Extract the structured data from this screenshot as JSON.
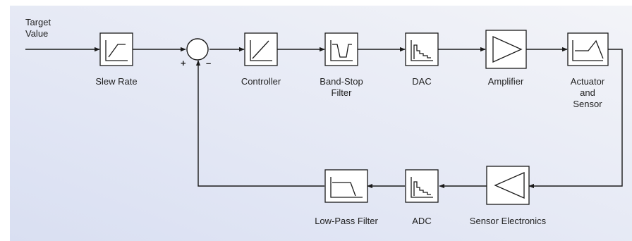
{
  "colors": {
    "background_top": "#eef0f8",
    "background_bottom": "#dde3f4",
    "line": "#1a1a1a",
    "block_fill": "#ffffff"
  },
  "input_label": "Target\nValue",
  "summing_junction": {
    "plus": "+",
    "minus": "–"
  },
  "blocks": [
    {
      "id": "slew-rate",
      "label": "Slew Rate",
      "icon": "ramp-icon"
    },
    {
      "id": "controller",
      "label": "Controller",
      "icon": "diagonal-line-icon"
    },
    {
      "id": "band-stop-filter",
      "label": "Band-Stop\nFilter",
      "icon": "notch-icon"
    },
    {
      "id": "dac",
      "label": "DAC",
      "icon": "staircase-icon"
    },
    {
      "id": "amplifier",
      "label": "Amplifier",
      "icon": "triangle-right-icon"
    },
    {
      "id": "actuator-sensor",
      "label": "Actuator\nand\nSensor",
      "icon": "resonance-peak-icon"
    },
    {
      "id": "sensor-electronics",
      "label": "Sensor Electronics",
      "icon": "triangle-left-icon"
    },
    {
      "id": "adc",
      "label": "ADC",
      "icon": "staircase-icon"
    },
    {
      "id": "low-pass-filter",
      "label": "Low-Pass Filter",
      "icon": "lowpass-icon"
    }
  ]
}
